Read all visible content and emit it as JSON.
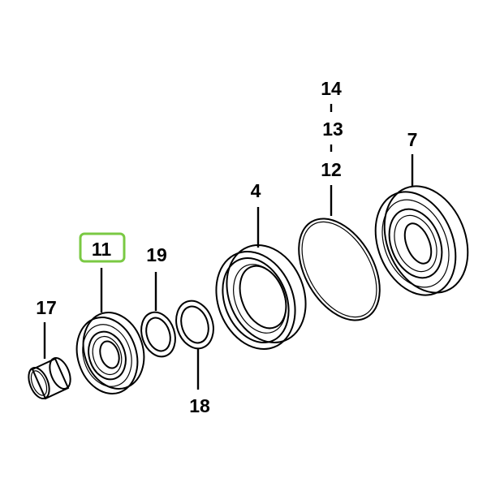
{
  "colors": {
    "highlight": "#7ac943",
    "line": "#000000",
    "background": "#ffffff"
  },
  "callouts": [
    {
      "id": "17",
      "label": "17"
    },
    {
      "id": "11",
      "label": "11",
      "highlighted": true
    },
    {
      "id": "19",
      "label": "19"
    },
    {
      "id": "18",
      "label": "18"
    },
    {
      "id": "4",
      "label": "4"
    },
    {
      "id": "14",
      "label": "14"
    },
    {
      "id": "13",
      "label": "13"
    },
    {
      "id": "12",
      "label": "12"
    },
    {
      "id": "7",
      "label": "7"
    }
  ],
  "parts": [
    {
      "id": "17",
      "name": "bushing"
    },
    {
      "id": "11",
      "name": "bearing"
    },
    {
      "id": "19",
      "name": "ring"
    },
    {
      "id": "18",
      "name": "ring"
    },
    {
      "id": "4",
      "name": "housing ring"
    },
    {
      "id": "12",
      "name": "o-ring"
    },
    {
      "id": "7",
      "name": "bearing"
    }
  ]
}
